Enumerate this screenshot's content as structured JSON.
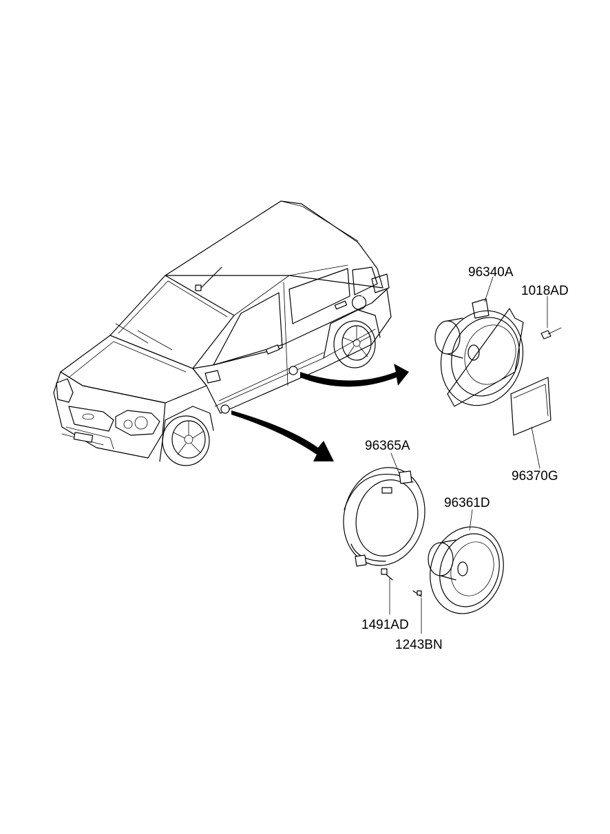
{
  "diagram": {
    "part_labels": {
      "front_speaker": "96340A",
      "front_screw": "1018AD",
      "front_pad": "96370G",
      "rear_bracket": "96365A",
      "rear_speaker": "96361D",
      "rear_screw_a": "1491AD",
      "rear_screw_b": "1243BN"
    }
  }
}
